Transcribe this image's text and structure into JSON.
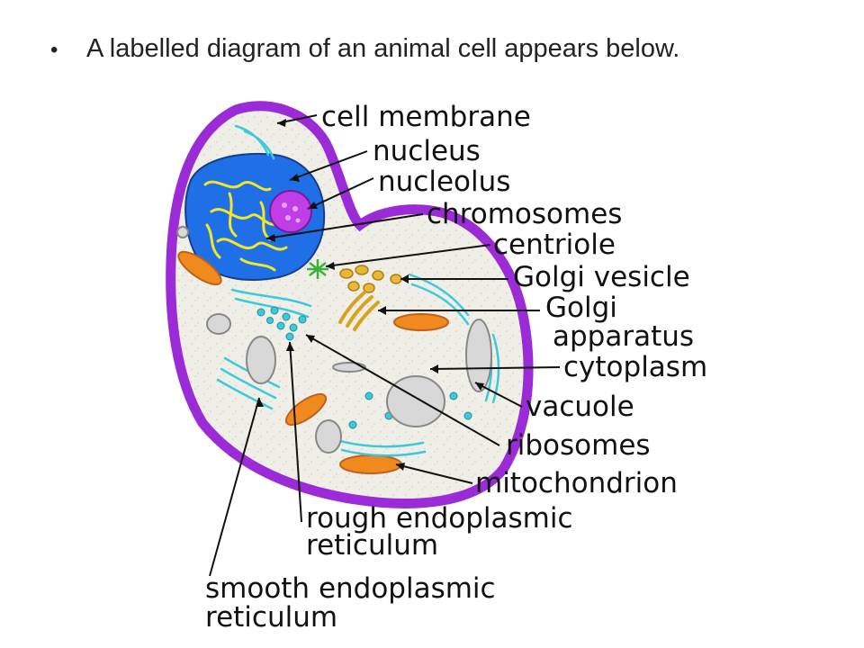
{
  "slide": {
    "bullet_symbol": "•",
    "bullet_text": "A labelled diagram of an animal cell appears below."
  },
  "diagram": {
    "colors": {
      "membrane": "#9b2bd6",
      "cytoplasm": "#f0f0ea",
      "nucleus": "#1f6fe6",
      "nucleolus": "#c03ee8",
      "chromosomes": "#f2e629",
      "er": "#3cc9dc",
      "mitochondrion": "#f08a1e",
      "vacuole": "#d8d8d8",
      "label_line": "#111111"
    },
    "labels": {
      "cell_membrane": "cell membrane",
      "nucleus": "nucleus",
      "nucleolus": "nucleolus",
      "chromosomes": "chromosomes",
      "centriole": "centriole",
      "golgi_vesicle": "Golgi vesicle",
      "golgi_1": "Golgi",
      "golgi_2": "apparatus",
      "cytoplasm": "cytoplasm",
      "vacuole": "vacuole",
      "ribosomes": "ribosomes",
      "mitochondrion": "mitochondrion",
      "rough_er_1": "rough endoplasmic",
      "rough_er_2": "reticulum",
      "smooth_er_1": "smooth endoplasmic",
      "smooth_er_2": "reticulum"
    }
  }
}
